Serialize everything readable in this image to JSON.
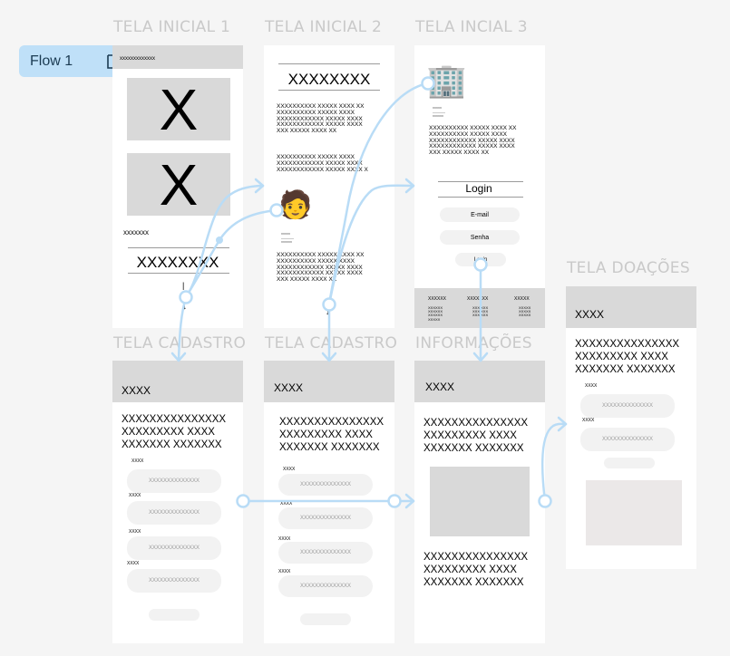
{
  "flow": {
    "label": "Flow 1",
    "icon": "play-frame-icon"
  },
  "frames": {
    "inicial1": {
      "title": "TELA INICIAL 1",
      "header_text": "xxxxxxxxxxxxx",
      "image_glyph_1": "X",
      "image_glyph_2": "X",
      "label": "xxxxxxx",
      "heading": "XXXXXXXX",
      "arrow": "↓"
    },
    "inicial2": {
      "title": "TELA INICIAL 2",
      "heading": "XXXXXXXX",
      "para1": "XXXXXXXXXX XXXXX XXXX XX\nXXXXXXXXXX XXXXX XXXX\nXXXXXXXXXXXX XXXXX XXXX\nXXXXXXXXXXXX XXXXX XXXX\nXXX XXXXX XXXX XX",
      "para2": "XXXXXXXXXX XXXXX XXXX\nXXXXXXXXXXXX XXXXX XXXX\nXXXXXXXXXXXX XXXXX XXXX X",
      "avatar": "🧑",
      "small1": "xxxxx",
      "small2": "xxxxxx",
      "para3": "XXXXXXXXXX XXXXX XXXX XX\nXXXXXXXXXX XXXXX XXXX\nXXXXXXXXXXXX XXXXX XXXX\nXXXXXXXXXXXX XXXXX XXXX\nXXX XXXXX XXXX XX",
      "arrow": "↓"
    },
    "inicial3": {
      "title": "TELA INCIAL 3",
      "building": "🏢",
      "small1": "xxxxx",
      "small2": "xxxxxx",
      "para": "XXXXXXXXXX XXXXX XXXX XX\nXXXXXXXXXX XXXXX XXXX\nXXXXXXXXXXXX XXXXX XXXX\nXXXXXXXXXXXX XXXXX XXXX\nXXX XXXXX XXXX XX",
      "login_heading": "Login",
      "email_label": "E-mail",
      "senha_label": "Senha",
      "login_button": "Login",
      "footer_cols": [
        {
          "head": "XXXXXX",
          "lines": "XXXXXX\nXXXXXX\nXXXXXX\nXXXXX"
        },
        {
          "head": "XXXXXXX",
          "lines": "XXX XXX\nXXX XXX\nXXX XXX"
        },
        {
          "head": "XXXXX",
          "lines": "XXXXX\nXXXXX\nXXXXX"
        }
      ]
    },
    "cadastro1": {
      "title": "TELA CADASTRO",
      "header": "XXXX",
      "para": "XXXXXXXXXXXXXXX\nXXXXXXXXX XXXX\nXXXXXXX XXXXXXX",
      "fields": [
        {
          "label": "XXXX",
          "placeholder": "XXXXXXXXXXXXXX"
        },
        {
          "label": "XXXX",
          "placeholder": "XXXXXXXXXXXXXX"
        },
        {
          "label": "XXXX",
          "placeholder": "XXXXXXXXXXXXXX"
        },
        {
          "label": "XXXX",
          "placeholder": "XXXXXXXXXXXXXX"
        }
      ]
    },
    "cadastro2": {
      "title": "TELA CADASTRO",
      "header": "XXXX",
      "para": "XXXXXXXXXXXXXXX\nXXXXXXXXX XXXX\nXXXXXXX XXXXXXX",
      "fields": [
        {
          "label": "XXXX",
          "placeholder": "XXXXXXXXXXXXXX"
        },
        {
          "label": "XXXX",
          "placeholder": "XXXXXXXXXXXXXX"
        },
        {
          "label": "XXXX",
          "placeholder": "XXXXXXXXXXXXXX"
        },
        {
          "label": "XXXX",
          "placeholder": "XXXXXXXXXXXXXX"
        }
      ]
    },
    "informacoes": {
      "title": "INFORMAÇÕES",
      "header": "XXXX",
      "para1": "XXXXXXXXXXXXXXX\nXXXXXXXXX XXXX\nXXXXXXX XXXXXXX",
      "para2": "XXXXXXXXXXXXXXX\nXXXXXXXXX XXXX\nXXXXXXX XXXXXXX"
    },
    "doacoes": {
      "title": "TELA DOAÇÕES",
      "header": "XXXX",
      "para": "XXXXXXXXXXXXXXX\nXXXXXXXXX XXXX\nXXXXXXX XXXXXXX",
      "fields": [
        {
          "label": "XXXX",
          "placeholder": "XXXXXXXXXXXXXX"
        },
        {
          "label": "XXXX",
          "placeholder": "XXXXXXXXXXXXXX"
        }
      ]
    }
  },
  "colors": {
    "connector": "#b9dcf6",
    "accent": "#bfe0f8",
    "frame_title": "#c9c9c9"
  }
}
